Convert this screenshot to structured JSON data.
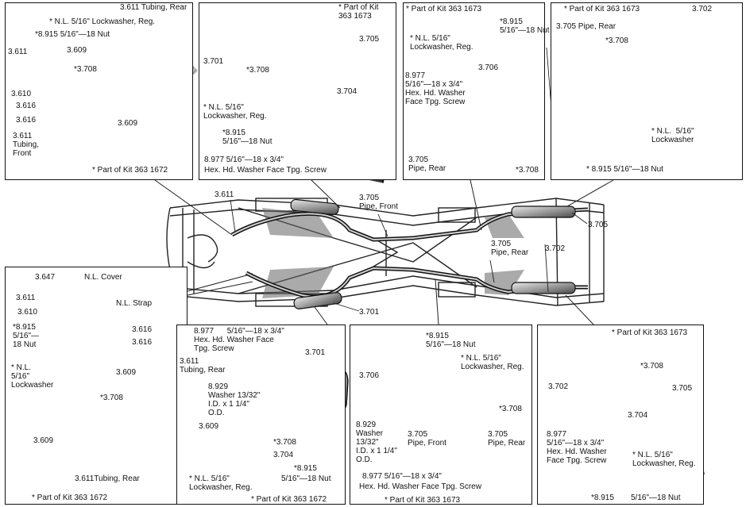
{
  "panels": [
    {
      "id": "p1",
      "labels": [
        "3.611 Tubing, Rear",
        "* N.L. 5/16\" Lockwasher, Reg.",
        "*8.915  5/16\"—18 Nut",
        "3.611",
        "3.609",
        "*3.708",
        "3.610",
        "3.616",
        "3.616",
        "3.609",
        "3.611\nTubing,\nFront",
        "* Part of Kit 363 1672"
      ]
    },
    {
      "id": "p2",
      "labels": [
        "* Part of Kit\n363 1673",
        "3.705",
        "3.701",
        "*3.708",
        "3.704",
        "* N.L. 5/16\"\nLockwasher, Reg.",
        "*8.915\n5/16\"—18 Nut",
        "8.977    5/16\"—18 x 3/4\"",
        "Hex. Hd. Washer Face Tpg. Screw"
      ]
    },
    {
      "id": "p3",
      "labels": [
        "* Part of Kit 363 1673",
        "*8.915\n5/16\"—18 Nut",
        "* N.L. 5/16\"\nLockwasher, Reg.",
        "3.706",
        "8.977\n5/16\"—18 x 3/4\"\nHex. Hd. Washer\nFace Tpg. Screw",
        "3.705\nPipe, Rear",
        "*3.708"
      ]
    },
    {
      "id": "p4",
      "labels": [
        "* Part of Kit 363 1673",
        "3.702",
        "3.705  Pipe, Rear",
        "*3.708",
        "* N.L.  5/16\"\nLockwasher",
        "* 8.915  5/16\"—18 Nut"
      ]
    },
    {
      "id": "p5",
      "labels": [
        "3.647",
        "N.L. Cover",
        "3.611",
        "N.L.  Strap",
        "3.610",
        "*8.915\n5/16\"—\n18 Nut",
        "3.616",
        "3.616",
        "* N.L.\n5/16\"\nLockwasher",
        "3.609",
        "*3.708",
        "3.609",
        "3.611Tubing, Rear",
        "* Part of Kit 363 1672"
      ]
    },
    {
      "id": "p6",
      "labels": [
        "8.977      5/16\"—18 x 3/4\"\nHex. Hd. Washer Face\nTpg. Screw",
        "3.701",
        "3.611\nTubing, Rear",
        "8.929\nWasher 13/32\"\nI.D. x 1 1/4\"\nO.D.",
        "3.609",
        "*3.708",
        "3.704",
        "*8.915",
        "* N.L. 5/16\"\nLockwasher, Reg.",
        "5/16\"—18 Nut",
        "* Part of Kit 363 1672"
      ]
    },
    {
      "id": "p7",
      "labels": [
        "*8.915\n5/16\"—18 Nut",
        "* N.L. 5/16\"\nLockwasher, Reg.",
        "3.706",
        "*3.708",
        "8.929\nWasher\n13/32\"\nI.D. x 1 1/4\"\nO.D.",
        "3.705\nPipe, Front",
        "3.705\nPipe, Rear",
        "8.977       5/16\"—18 x 3/4\"",
        "Hex. Hd. Washer Face Tpg. Screw",
        "* Part of Kit 363 1673"
      ]
    },
    {
      "id": "p8",
      "labels": [
        "* Part of Kit 363 1673",
        "3.702",
        "*3.708",
        "3.705",
        "3.704",
        "8.977\n5/16\"—18 x 3/4\"\nHex. Hd. Washer\nFace Tpg. Screw",
        "* N.L. 5/16\"\nLockwasher, Reg.",
        "*8.915",
        "5/16\"—18 Nut"
      ]
    }
  ],
  "center": {
    "labels": [
      "3.611",
      "3.705\nPipe, Front",
      "3.705",
      "3.702",
      "3.705\nPipe, Rear",
      "3.701"
    ]
  }
}
